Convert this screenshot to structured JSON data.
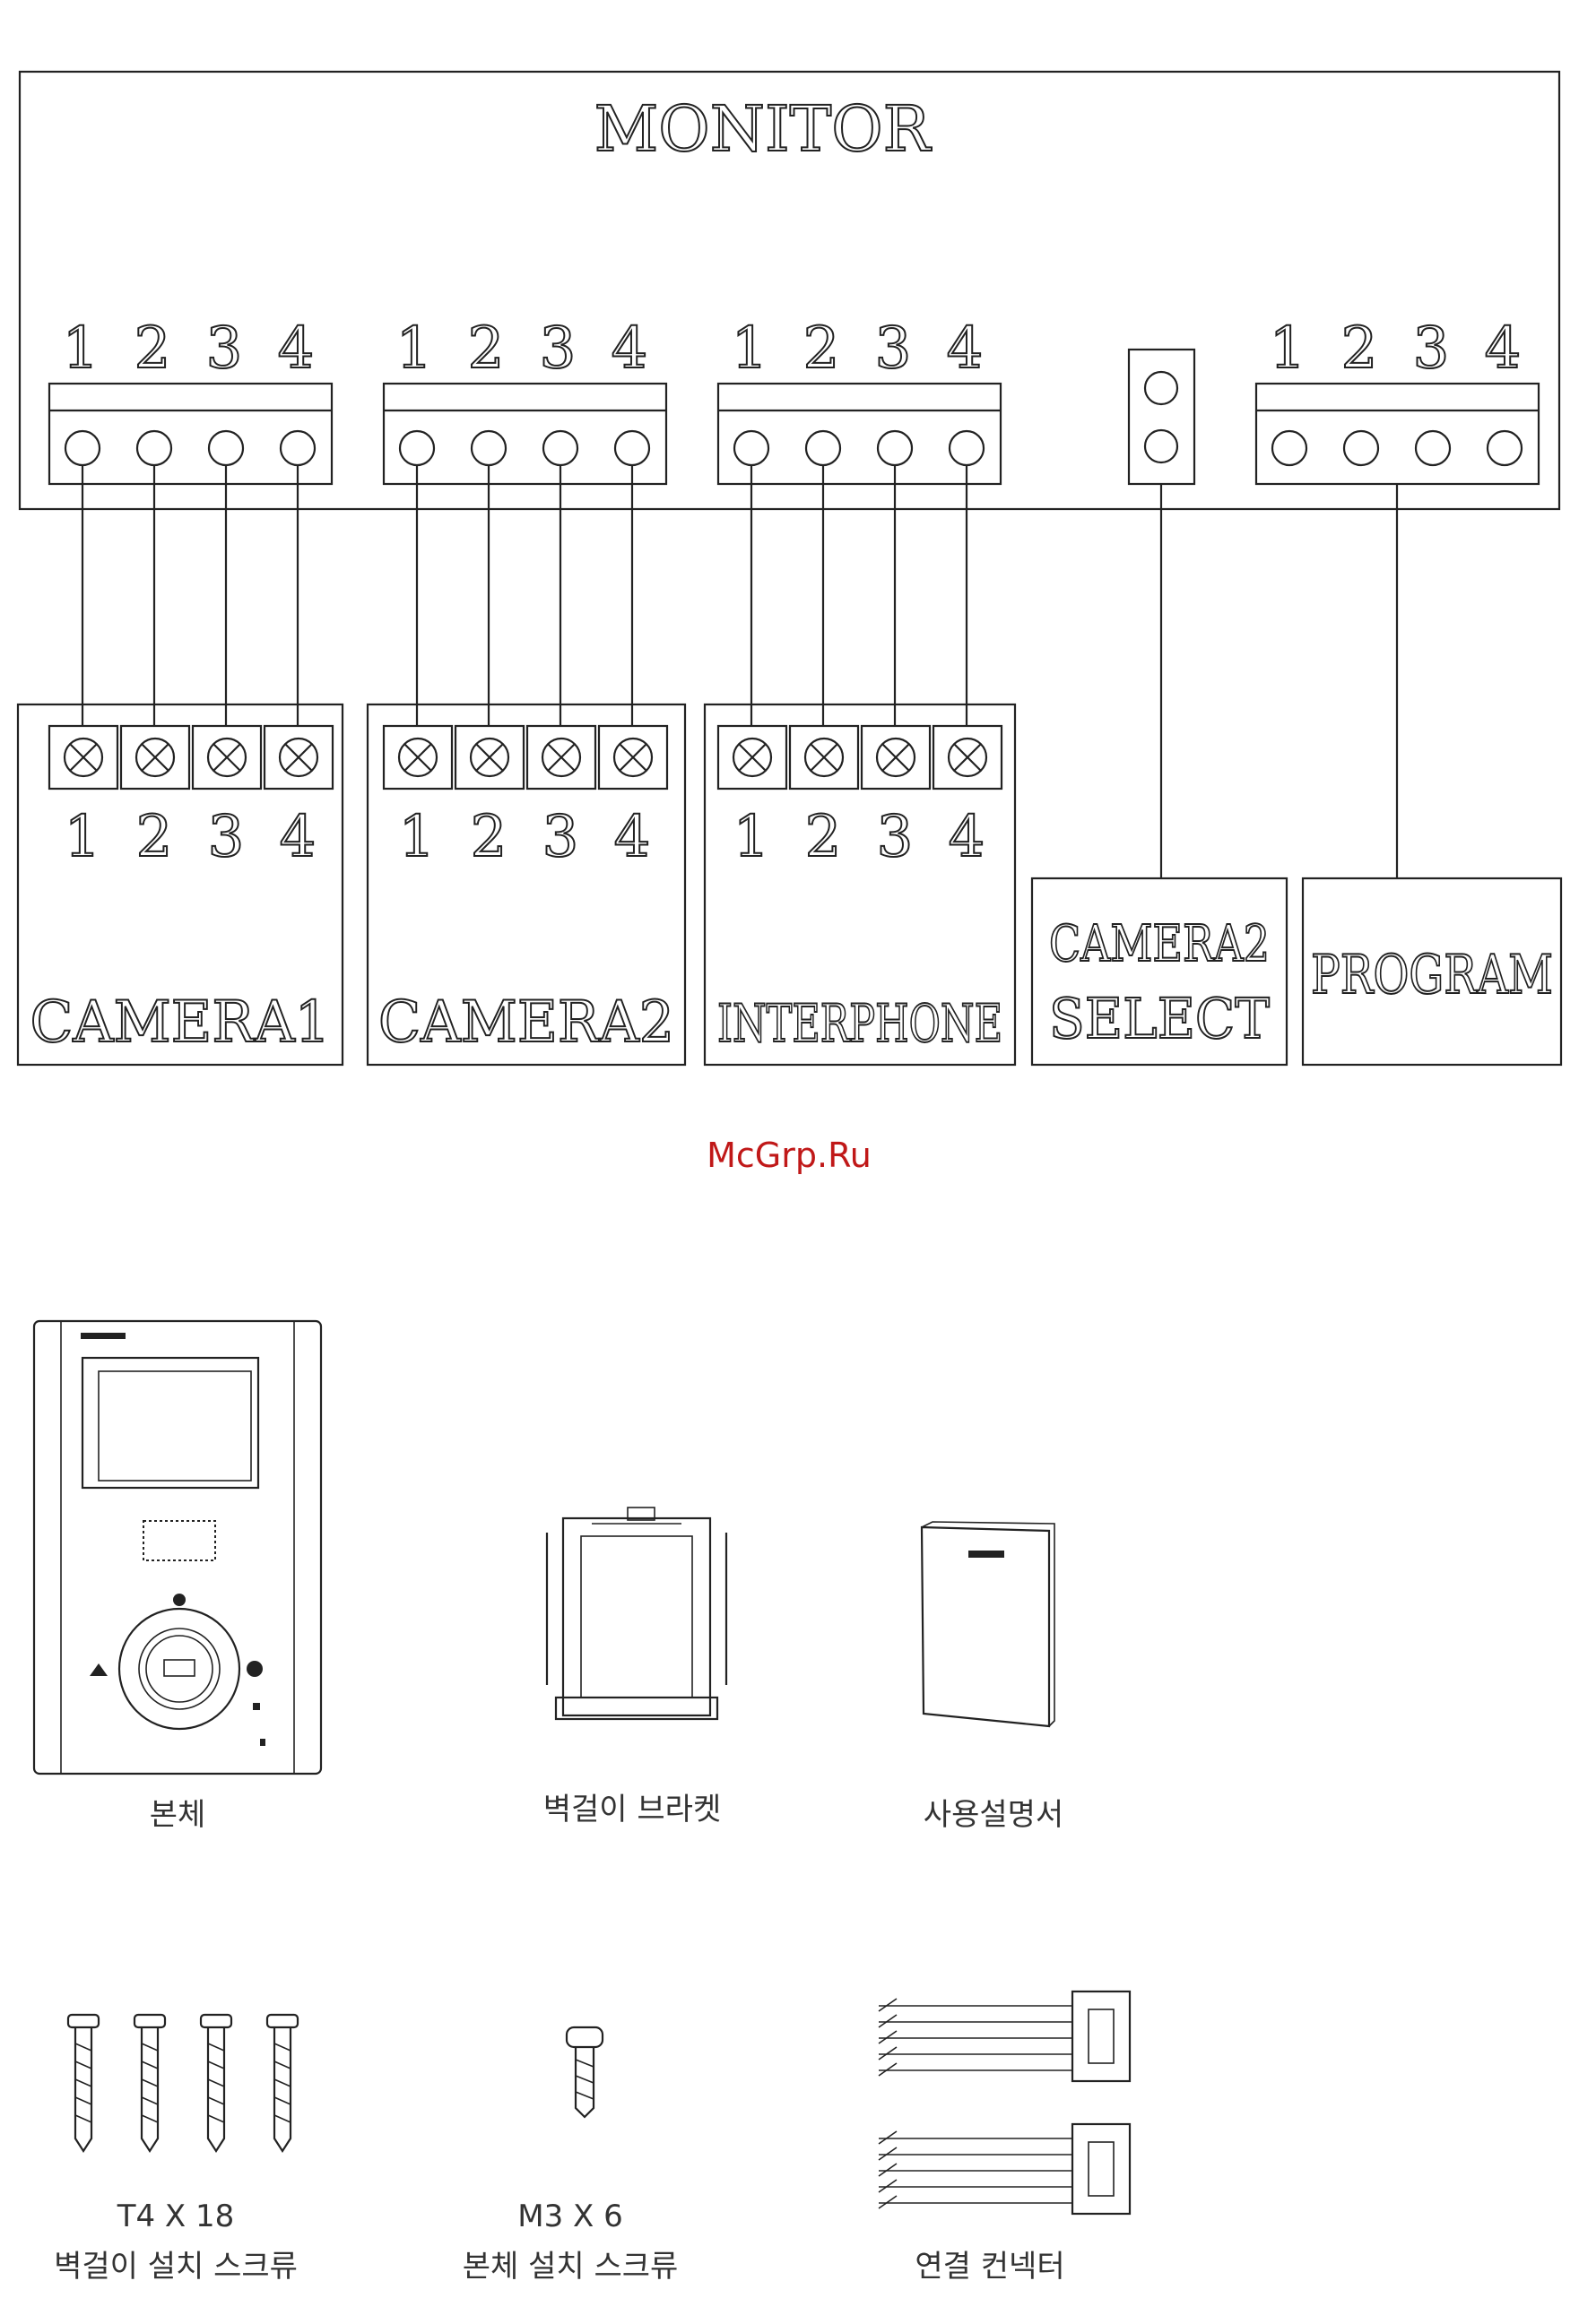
{
  "monitor": {
    "title": "MONITOR",
    "groups": [
      {
        "pins": [
          "1",
          "2",
          "3",
          "4"
        ]
      },
      {
        "pins": [
          "1",
          "2",
          "3",
          "4"
        ]
      },
      {
        "pins": [
          "1",
          "2",
          "3",
          "4"
        ]
      },
      {
        "pins": [
          "1",
          "2",
          "3",
          "4"
        ]
      }
    ]
  },
  "devices": {
    "camera1": {
      "label": "CAMERA1",
      "pins": [
        "1",
        "2",
        "3",
        "4"
      ]
    },
    "camera2": {
      "label": "CAMERA2",
      "pins": [
        "1",
        "2",
        "3",
        "4"
      ]
    },
    "interphone": {
      "label": "INTERPHONE",
      "pins": [
        "1",
        "2",
        "3",
        "4"
      ]
    },
    "camera2_select": {
      "line1": "CAMERA2",
      "line2": "SELECT"
    },
    "program": {
      "label": "PROGRAM"
    }
  },
  "watermark": "McGrp.Ru",
  "parts": {
    "body": "본체",
    "bracket": "벽걸이 브라켓",
    "manual": "사용설명서",
    "wall_screw_spec": "T4 X 18",
    "wall_screw_name": "벽걸이 설치 스크류",
    "body_screw_spec": "M3 X 6",
    "body_screw_name": "본체 설치 스크류",
    "connector": "연결 컨넥터"
  }
}
